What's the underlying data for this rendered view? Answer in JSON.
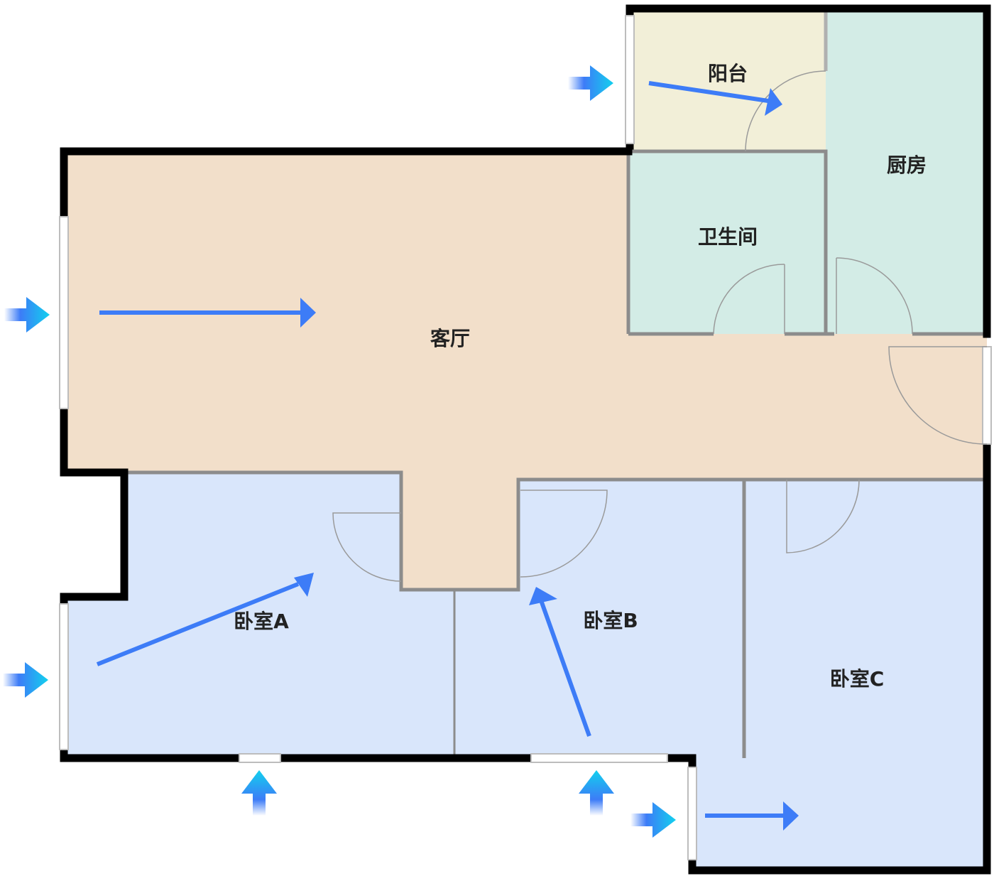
{
  "rooms": {
    "living_room": "客厅",
    "balcony": "阳台",
    "kitchen": "厨房",
    "bathroom": "卫生间",
    "bedroom_a": "卧室A",
    "bedroom_b": "卧室B",
    "bedroom_c": "卧室C"
  },
  "colors": {
    "living": "#f2dfca",
    "balcony": "#f2efd8",
    "wet": "#d3ece6",
    "bedroom": "#d9e6fb",
    "wall": "#000000",
    "inner_wall": "#8c8c8c",
    "flow_arrow": "#3d7cf7"
  }
}
